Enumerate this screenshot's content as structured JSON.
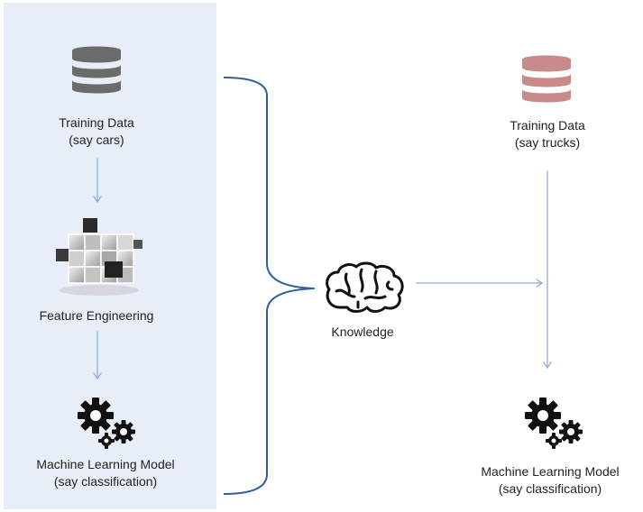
{
  "left": {
    "training_data": {
      "title": "Training Data",
      "subtitle": "(say cars)"
    },
    "feature_engineering": {
      "title": "Feature Engineering"
    },
    "model": {
      "title": "Machine Learning Model",
      "subtitle": "(say classification)"
    }
  },
  "middle": {
    "knowledge": {
      "title": "Knowledge"
    }
  },
  "right": {
    "training_data": {
      "title": "Training Data",
      "subtitle": "(say trucks)"
    },
    "model": {
      "title": "Machine Learning Model",
      "subtitle": "(say classification)"
    }
  },
  "colors": {
    "panel_background": "#e7eef8",
    "database_gray": "#6b6b6b",
    "database_rose": "#c98a8a",
    "bracket_blue": "#2f5f9a",
    "arrow_blue": "#8eaed6",
    "icon_black": "#111111"
  },
  "icons": {
    "left_database": "database-icon",
    "feature_engineering": "cube-icon",
    "left_model": "gears-icon",
    "knowledge": "brain-icon",
    "right_database": "database-icon",
    "right_model": "gears-icon"
  }
}
